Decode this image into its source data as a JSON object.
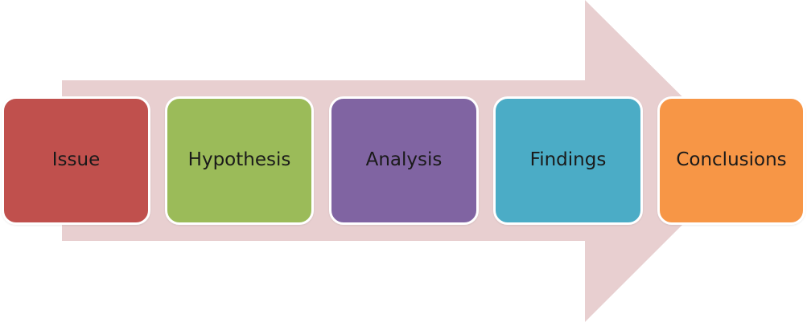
{
  "diagram": {
    "arrow_color": "#e8cfd0",
    "steps": [
      {
        "label": "Issue",
        "color": "#c0504d"
      },
      {
        "label": "Hypothesis",
        "color": "#9bbb59"
      },
      {
        "label": "Analysis",
        "color": "#8064a2"
      },
      {
        "label": "Findings",
        "color": "#4bacc6"
      },
      {
        "label": "Conclusions",
        "color": "#f79646"
      }
    ]
  }
}
